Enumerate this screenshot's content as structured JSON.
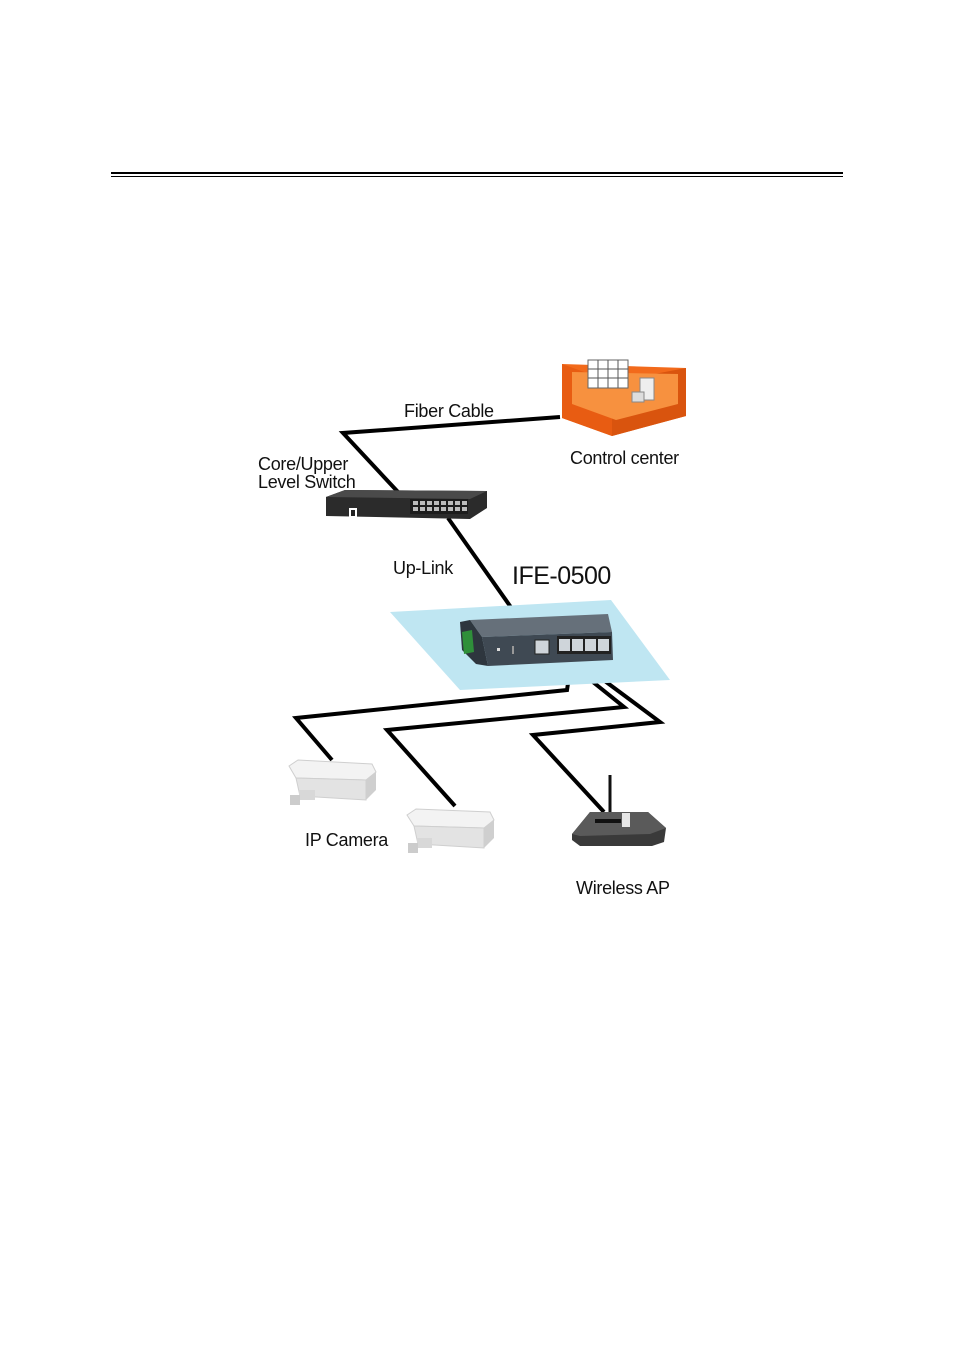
{
  "diagram": {
    "labels": {
      "fiber_cable": "Fiber Cable",
      "control_center": "Control center",
      "core_switch_line1": "Core/Upper",
      "core_switch_line2": "Level Switch",
      "up_link": "Up-Link",
      "device_model": "IFE-0500",
      "ip_camera": "IP Camera",
      "wireless_ap": "Wireless AP"
    },
    "colors": {
      "control_center_room": "#f26a1b",
      "device_platform": "#bfe6f2",
      "cable": "#000000",
      "device_body": "#4a5560"
    }
  }
}
